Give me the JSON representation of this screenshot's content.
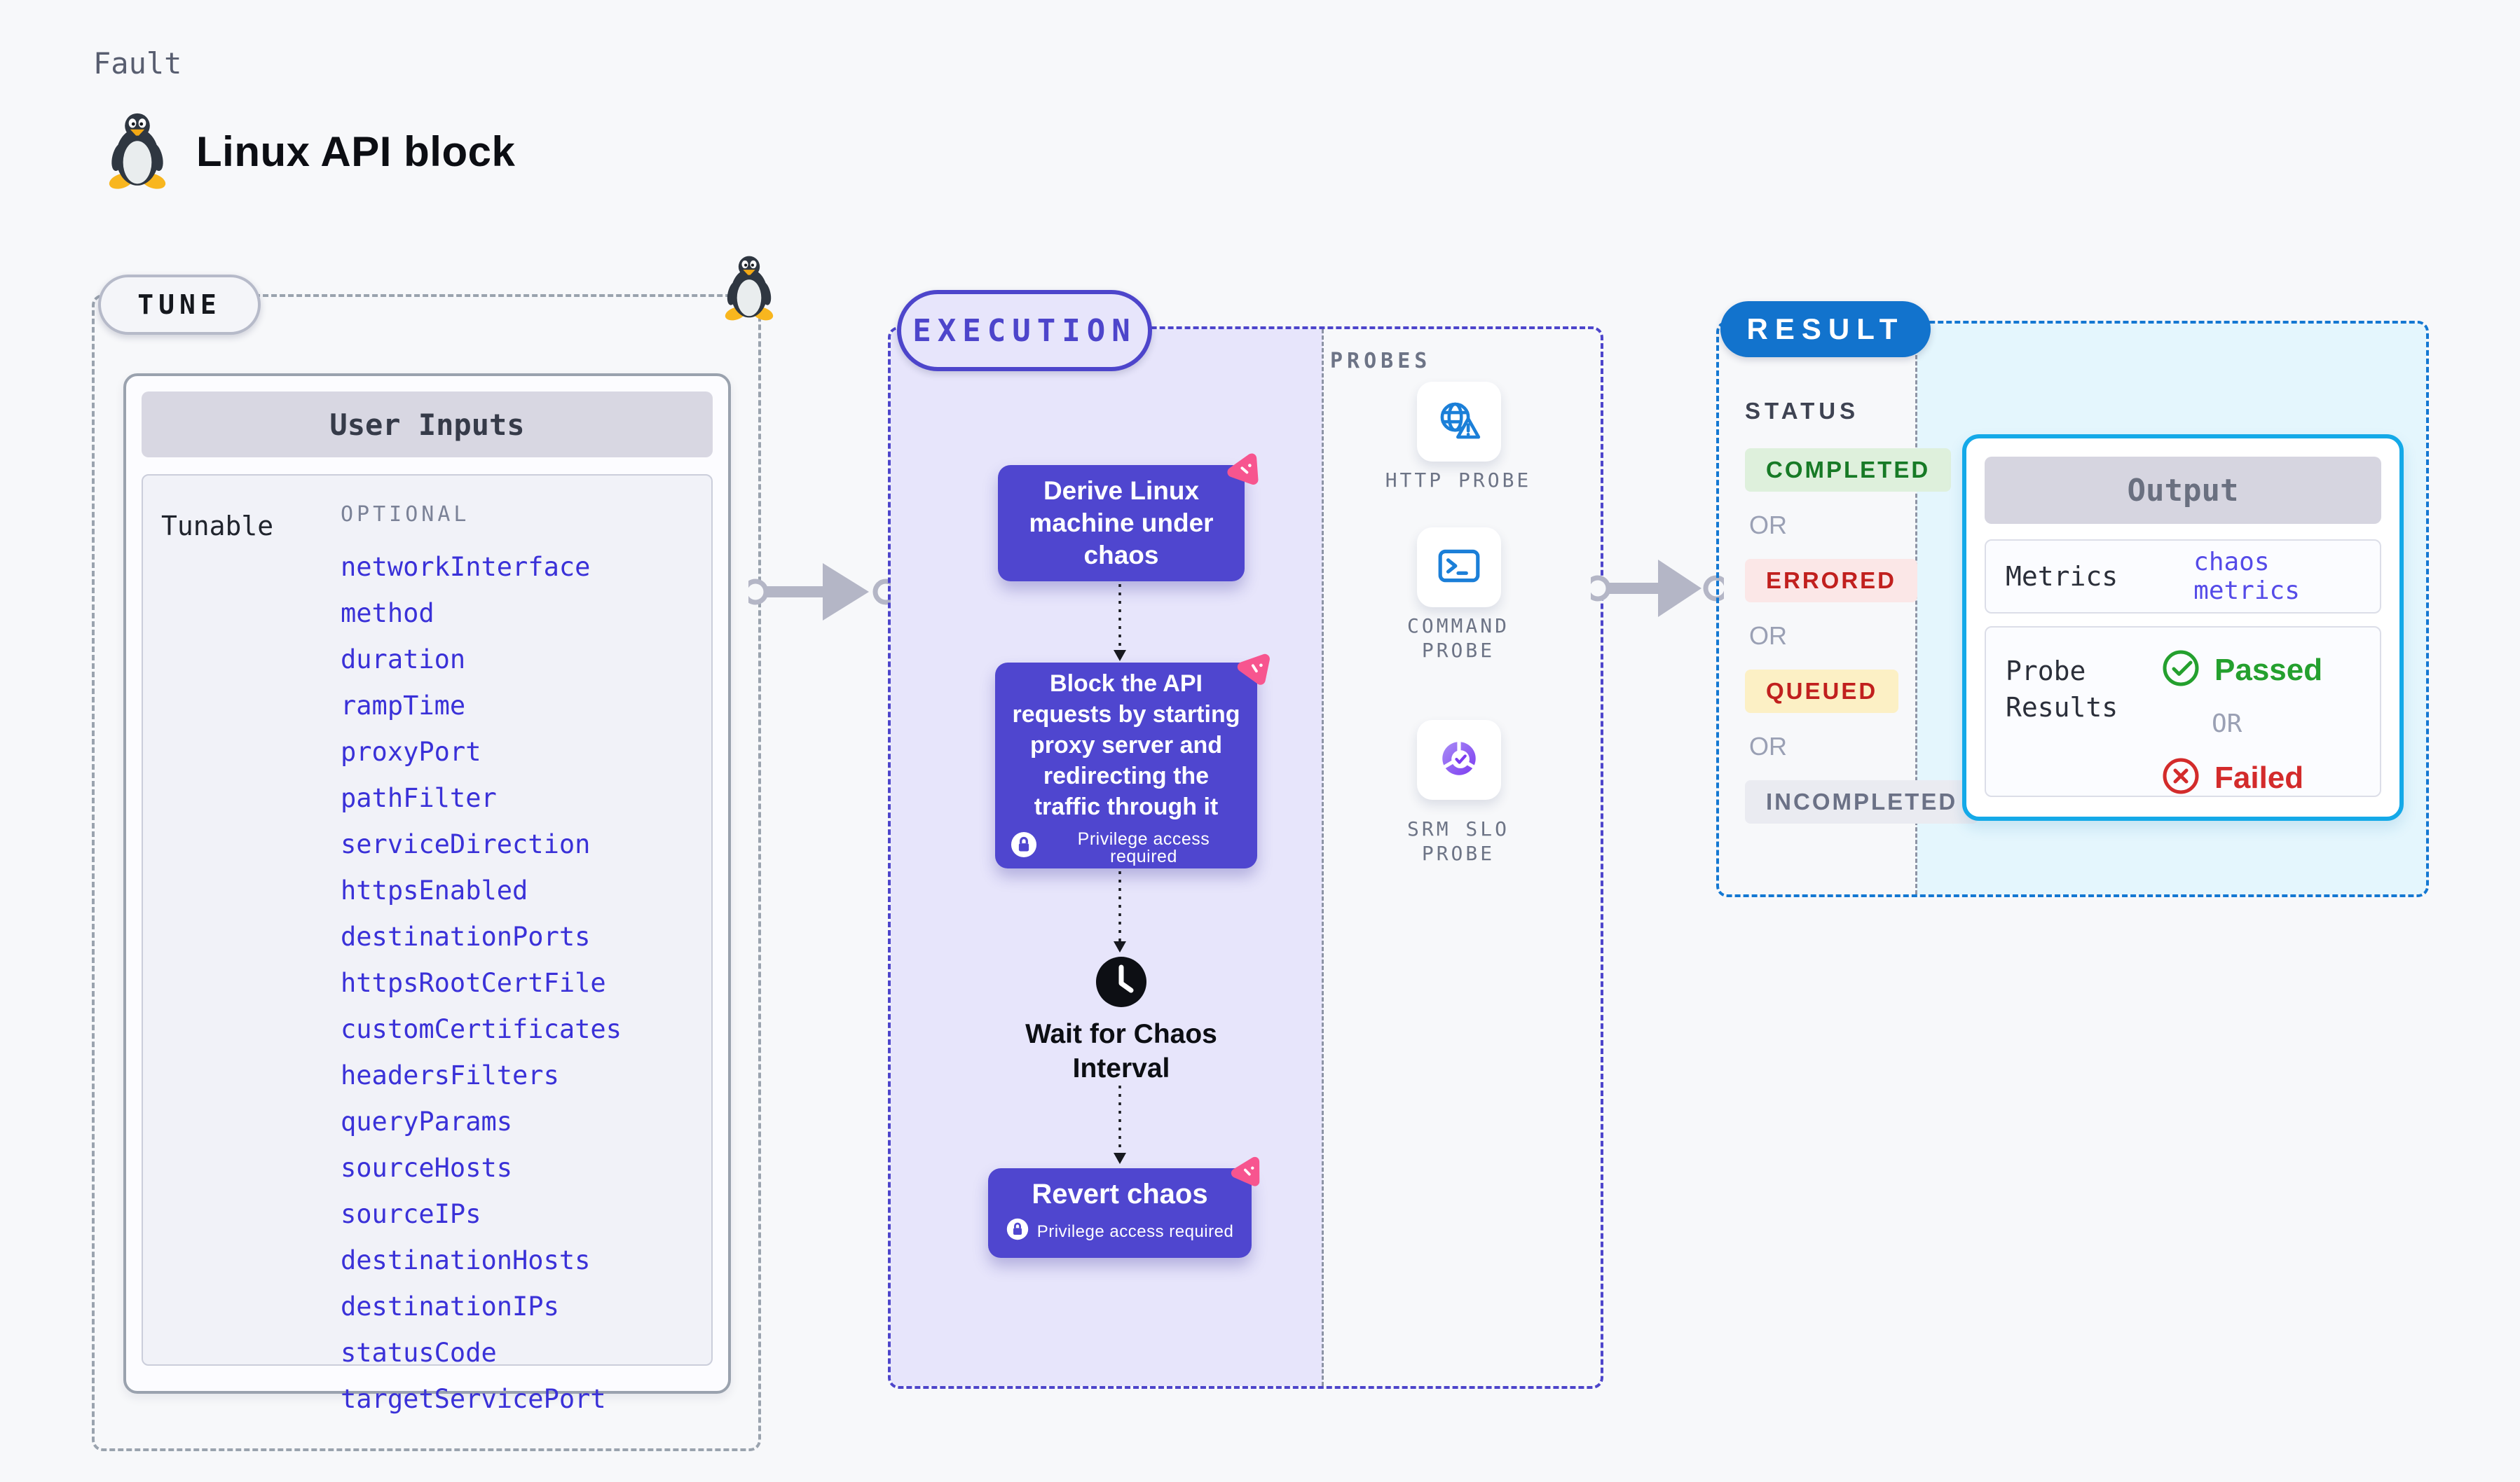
{
  "header": {
    "kicker": "Fault",
    "title": "Linux API block",
    "icon": "linux-penguin"
  },
  "tune": {
    "label": "TUNE",
    "card_title": "User Inputs",
    "row_label": "Tunable",
    "column_label": "OPTIONAL",
    "params": [
      "networkInterface",
      "method",
      "duration",
      "rampTime",
      "proxyPort",
      "pathFilter",
      "serviceDirection",
      "httpsEnabled",
      "destinationPorts",
      "httpsRootCertFile",
      "customCertificates",
      "headersFilters",
      "queryParams",
      "sourceHosts",
      "sourceIPs",
      "destinationHosts",
      "destinationIPs",
      "statusCode",
      "targetServicePort"
    ]
  },
  "execution": {
    "label": "EXECUTION",
    "step1": "Derive Linux machine under chaos",
    "step2": "Block the API requests by starting proxy server and redirecting the traffic through it",
    "wait_label": "Wait for Chaos Interval",
    "step3": "Revert chaos",
    "privilege_note": "Privilege access required"
  },
  "probes": {
    "label": "PROBES",
    "items": [
      {
        "name": "HTTP PROBE",
        "icon": "globe-alert-icon"
      },
      {
        "name": "COMMAND PROBE",
        "icon": "terminal-icon"
      },
      {
        "name": "SRM SLO PROBE",
        "icon": "slo-donut-check-icon"
      }
    ]
  },
  "result": {
    "label": "RESULT",
    "status_label": "STATUS",
    "or_label": "OR",
    "statuses": [
      {
        "label": "COMPLETED",
        "fg": "#177a26",
        "bg": "#def0dc"
      },
      {
        "label": "ERRORED",
        "fg": "#c1201e",
        "bg": "#fbe7e7"
      },
      {
        "label": "QUEUED",
        "fg": "#c1201e",
        "bg": "#fcf0c5"
      },
      {
        "label": "INCOMPLETED",
        "fg": "#6b7186",
        "bg": "#eaebf1"
      }
    ],
    "output": {
      "title": "Output",
      "metrics_label": "Metrics",
      "metrics_value": "chaos metrics",
      "probe_results_label": "Probe Results",
      "passed_label": "Passed",
      "failed_label": "Failed"
    }
  },
  "colors": {
    "page_bg": "#f7f8fa",
    "accent_indigo": "#4d45cb",
    "node_fill": "#4f46cf",
    "lavender_bg": "#e7e5fb",
    "result_blue": "#1273cd",
    "result_border": "#1478d2",
    "cyan_bg": "#e4f6fd",
    "output_border": "#14a9e8",
    "probe_blue": "#1b7fd8",
    "srm_purple": "#7c3bf0",
    "pink_chaos": "#f7558f",
    "param_blue": "#3a31d8",
    "passed_green": "#24a02e",
    "failed_red": "#d32b2b",
    "arrow_gray": "#b4b6c6"
  }
}
